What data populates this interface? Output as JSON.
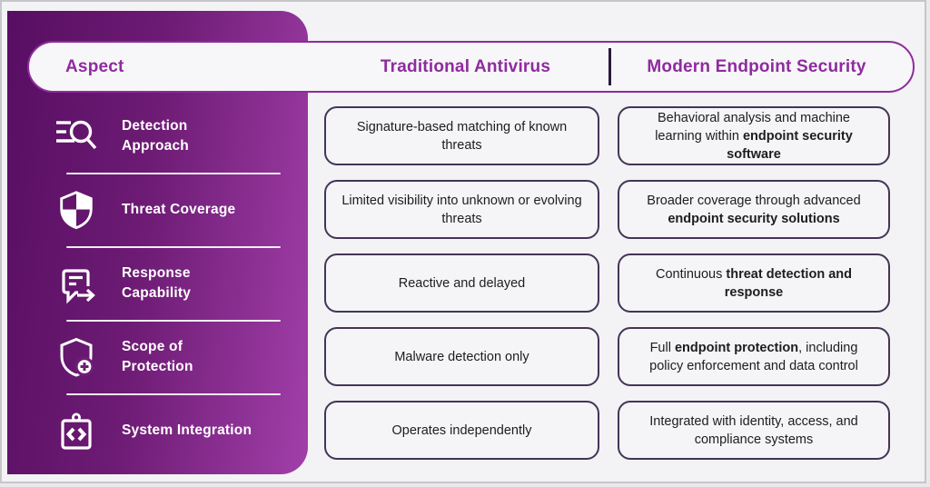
{
  "title": "Traditional Antivirus vs Modern Endpoint Security",
  "colors": {
    "sidebar_gradient_start": "#570e62",
    "sidebar_gradient_end": "#a13fa9",
    "header_purple": "#8e2b9e",
    "header_divider": "#2a1a3e",
    "cell_border": "#433556",
    "cell_background": "#f5f4f6",
    "canvas_background": "#f3f2f4",
    "sidebar_text": "#ffffff"
  },
  "header": {
    "aspect": "Aspect",
    "traditional": "Traditional Antivirus",
    "modern": "Modern Endpoint Security"
  },
  "aspects": [
    {
      "label": "Detection\nApproach",
      "icon": "search-list-icon"
    },
    {
      "label": "Threat Coverage",
      "icon": "checker-shield-icon"
    },
    {
      "label": "Response\nCapability",
      "icon": "message-arrow-icon"
    },
    {
      "label": "Scope of\nProtection",
      "icon": "shield-plus-icon"
    },
    {
      "label": "System Integration",
      "icon": "code-tag-icon"
    }
  ],
  "cells": {
    "traditional": [
      [
        {
          "t": "Signature-based matching of known threats",
          "b": false
        }
      ],
      [
        {
          "t": "Limited visibility into unknown or evolving threats",
          "b": false
        }
      ],
      [
        {
          "t": "Reactive and delayed",
          "b": false
        }
      ],
      [
        {
          "t": "Malware detection only",
          "b": false
        }
      ],
      [
        {
          "t": "Operates independently",
          "b": false
        }
      ]
    ],
    "modern": [
      [
        {
          "t": "Behavioral analysis and machine learning within ",
          "b": false
        },
        {
          "t": "endpoint security software",
          "b": true
        }
      ],
      [
        {
          "t": "Broader coverage through advanced ",
          "b": false
        },
        {
          "t": "endpoint security solutions",
          "b": true
        }
      ],
      [
        {
          "t": "Continuous ",
          "b": false
        },
        {
          "t": "threat detection and response",
          "b": true
        }
      ],
      [
        {
          "t": "Full ",
          "b": false
        },
        {
          "t": "endpoint protection",
          "b": true
        },
        {
          "t": ", including policy enforcement and data control",
          "b": false
        }
      ],
      [
        {
          "t": "Integrated with identity, access, and compliance systems",
          "b": false
        }
      ]
    ]
  }
}
